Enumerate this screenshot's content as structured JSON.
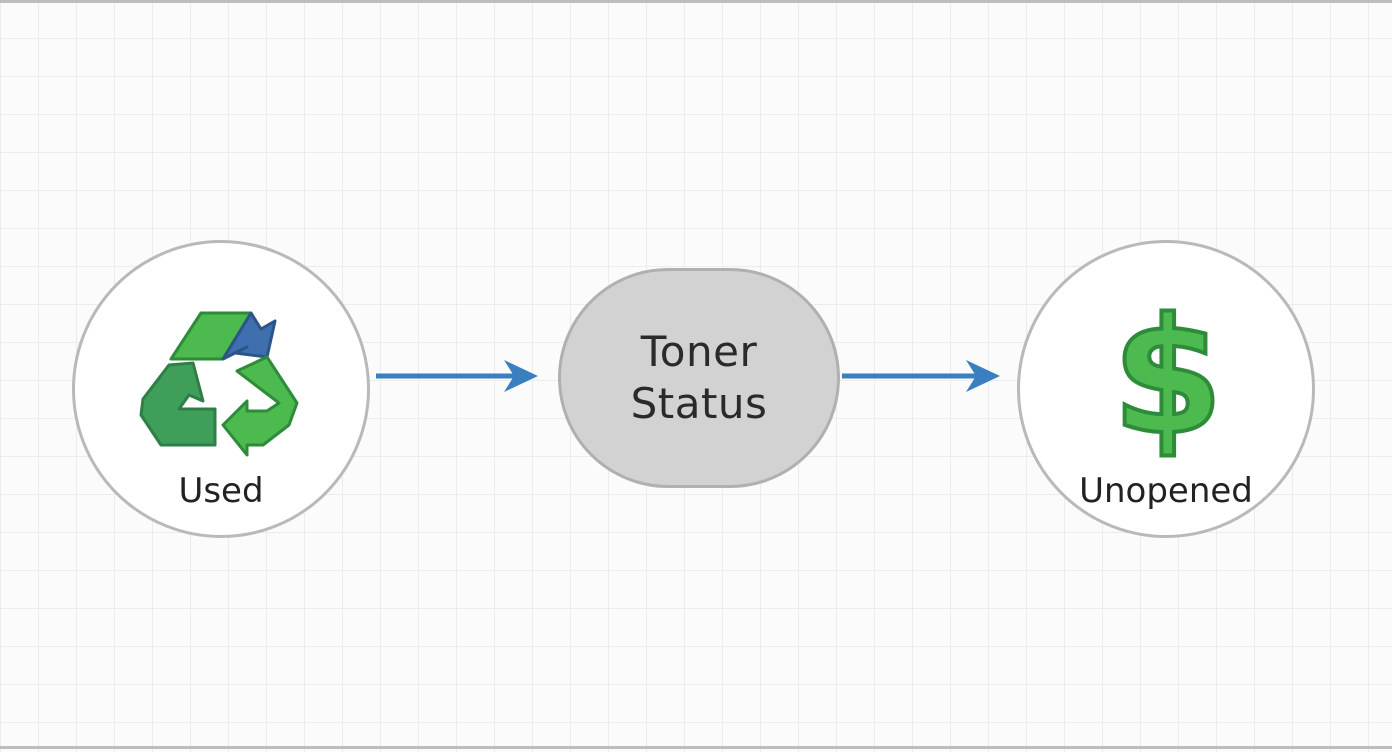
{
  "nodes": {
    "left": {
      "label": "Used",
      "icon": "recycle-icon"
    },
    "center": {
      "line1": "Toner",
      "line2": "Status"
    },
    "right": {
      "label": "Unopened",
      "icon": "dollar-icon",
      "glyph": "$"
    }
  },
  "edges": [
    {
      "from": "Used",
      "to": "Toner Status"
    },
    {
      "from": "Toner Status",
      "to": "Unopened"
    }
  ],
  "colors": {
    "arrow": "#3a7fc0",
    "recycle_green": "#4cba4f",
    "recycle_blue": "#3f6fae",
    "dollar_green": "#4cba4f",
    "pill_fill": "#d2d2d2"
  }
}
